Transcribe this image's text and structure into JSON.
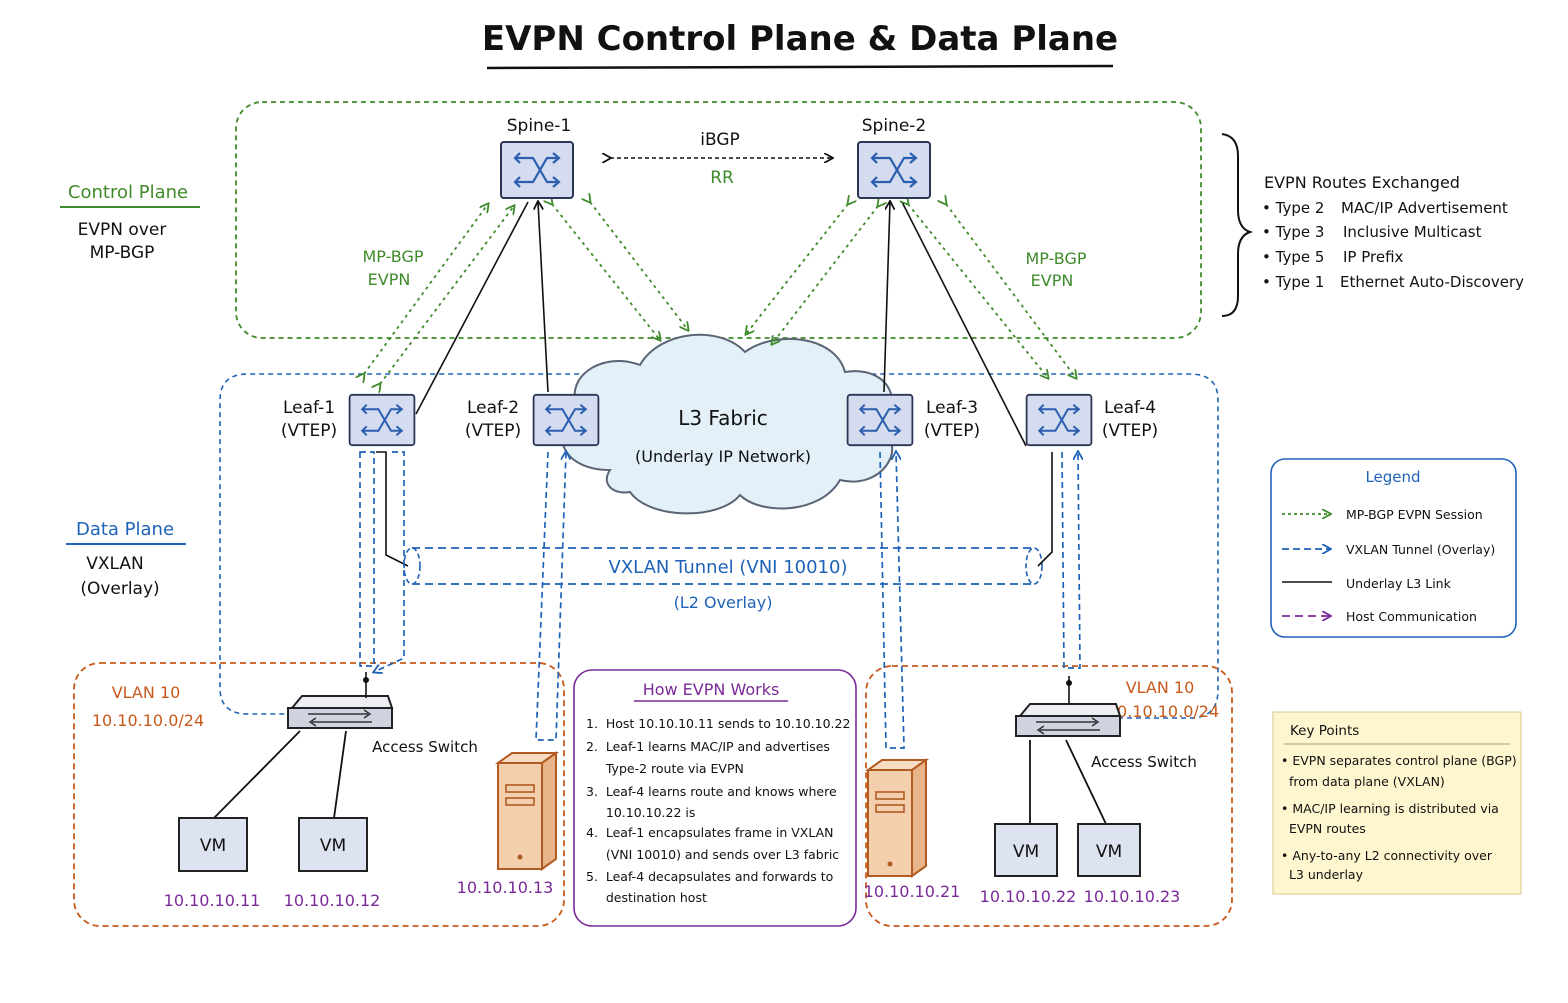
{
  "title": "EVPN Control Plane & Data Plane",
  "control_plane": {
    "label": "Control Plane",
    "desc_line1": "EVPN over",
    "desc_line2": "MP-BGP"
  },
  "data_plane": {
    "label": "Data Plane",
    "desc_line1": "VXLAN",
    "desc_line2": "(Overlay)"
  },
  "spines": [
    {
      "label": "Spine-1"
    },
    {
      "label": "Spine-2"
    }
  ],
  "ibgp": {
    "label": "iBGP",
    "sub": "RR"
  },
  "mpbgp_left": {
    "line1": "MP-BGP",
    "line2": "EVPN"
  },
  "mpbgp_right": {
    "line1": "MP-BGP",
    "line2": "EVPN"
  },
  "leaves": [
    {
      "name": "Leaf-1",
      "role": "(VTEP)"
    },
    {
      "name": "Leaf-2",
      "role": "(VTEP)"
    },
    {
      "name": "Leaf-3",
      "role": "(VTEP)"
    },
    {
      "name": "Leaf-4",
      "role": "(VTEP)"
    }
  ],
  "fabric": {
    "title": "L3 Fabric",
    "subtitle": "(Underlay IP Network)"
  },
  "tunnel": {
    "label": "VXLAN Tunnel (VNI 10010)",
    "sub": "(L2 Overlay)"
  },
  "routes": {
    "title": "EVPN Routes Exchanged",
    "items": [
      {
        "type": "• Type 2",
        "desc": "MAC/IP Advertisement"
      },
      {
        "type": "• Type 3",
        "desc": "Inclusive Multicast"
      },
      {
        "type": "• Type 5",
        "desc": "IP Prefix"
      },
      {
        "type": "• Type 1",
        "desc": "Ethernet Auto-Discovery"
      }
    ]
  },
  "legend": {
    "title": "Legend",
    "items": [
      {
        "label": "MP-BGP EVPN Session",
        "color": "#3f8a2a"
      },
      {
        "label": "VXLAN Tunnel (Overlay)",
        "color": "#1f63b8"
      },
      {
        "label": "Underlay L3 Link",
        "color": "#111111"
      },
      {
        "label": "Host Communication",
        "color": "#7a2a98"
      }
    ]
  },
  "vlan_left": {
    "name": "VLAN 10",
    "subnet": "10.10.10.0/24",
    "switch_label": "Access Switch"
  },
  "vlan_right": {
    "name": "VLAN 10",
    "subnet": "10.10.10.0/24",
    "switch_label": "Access Switch"
  },
  "hosts": [
    {
      "label": "VM",
      "ip": "10.10.10.11"
    },
    {
      "label": "VM",
      "ip": "10.10.10.12"
    },
    {
      "label": "",
      "ip": "10.10.10.13"
    },
    {
      "label": "",
      "ip": "10.10.10.21"
    },
    {
      "label": "VM",
      "ip": "10.10.10.22"
    },
    {
      "label": "VM",
      "ip": "10.10.10.23"
    }
  ],
  "how": {
    "title": "How EVPN Works",
    "lines": [
      "1.  Host 10.10.10.11 sends to 10.10.10.22",
      "2.  Leaf-1 learns MAC/IP and advertises",
      "     Type-2 route via EVPN",
      "3.  Leaf-4 learns route and knows where",
      "     10.10.10.22 is",
      "4.  Leaf-1 encapsulates frame in VXLAN",
      "     (VNI 10010) and sends over L3 fabric",
      "5.  Leaf-4 decapsulates and forwards to",
      "     destination host"
    ]
  },
  "key_points": {
    "title": "Key Points",
    "lines": [
      "• EVPN separates control plane (BGP)",
      "  from data plane (VXLAN)",
      "• MAC/IP learning is distributed via",
      "  EVPN routes",
      "• Any-to-any L2 connectivity over",
      "  L3 underlay"
    ]
  },
  "colors": {
    "control": "#3f8a2a",
    "overlay": "#1f63b8",
    "underlay": "#111111",
    "host": "#7a2a98",
    "vlan": "#c8591b",
    "note_bg": "#fdf6cf"
  }
}
